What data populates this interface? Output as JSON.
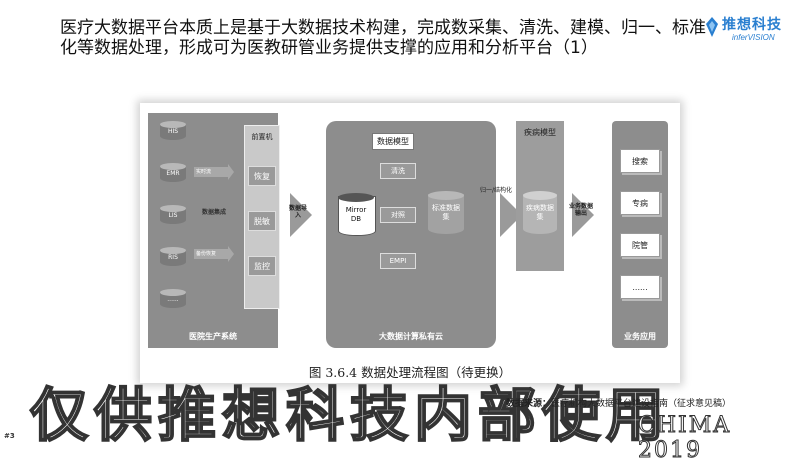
{
  "slide": {
    "title": "医疗大数据平台本质上是基于大数据技术构建，完成数采集、清洗、建模、归一、标准化等数据处理，形成可为医教研管业务提供支撑的应用和分析平台（1）",
    "logo_main": "推想科技",
    "logo_sub": "inferVISION",
    "page_number": "#3",
    "watermark": "仅供推想科技内部使用",
    "conference": "CHIMA 2019",
    "source_label": "数据来源：",
    "source_text": "医疗机构大数据平台建设指南（征求意见稿）"
  },
  "figure": {
    "caption": "图 3.6.4  数据处理流程图（待更换）",
    "hospital": {
      "label": "医院生产系统",
      "sources": [
        "HIS",
        "EMR",
        "LIS",
        "RIS",
        "......"
      ],
      "arrows": [
        "实时流",
        "数据集成",
        "备份恢复"
      ],
      "front_label": "前置机",
      "front_items": [
        "恢复",
        "脱敏",
        "监控"
      ]
    },
    "import_label": "数据导入",
    "cloud": {
      "label": "大数据计算私有云",
      "model_title": "数据模型",
      "db_label": "Mirror DB",
      "steps": [
        "清洗",
        "对照",
        "EMPI"
      ],
      "std_label": "标准数据集"
    },
    "normalize_label": "归一/结构化",
    "disease": {
      "title": "疾病模型",
      "db_label": "疾病数据集"
    },
    "export_label": "业务数据输出",
    "apps": {
      "label": "业务应用",
      "items": [
        "搜索",
        "专病",
        "院管",
        "......"
      ]
    }
  }
}
